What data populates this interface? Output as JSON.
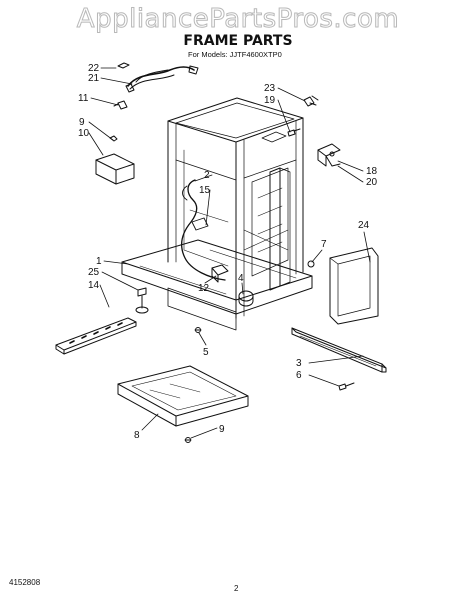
{
  "watermark": "AppliancePartsPros.com",
  "title": "FRAME PARTS",
  "subtitle": "For Models: JJTF4600XTP0",
  "footer": {
    "doc_number": "4152808",
    "page": "2"
  },
  "callouts": {
    "c22": "22",
    "c21": "21",
    "c11": "11",
    "c10": "10",
    "c9a": "9",
    "c23": "23",
    "c19": "19",
    "c18": "18",
    "c20": "20",
    "c2": "2",
    "c15": "15",
    "c24": "24",
    "c7": "7",
    "c1": "1",
    "c25": "25",
    "c14": "14",
    "c12": "12",
    "c4": "4",
    "c5": "5",
    "c3": "3",
    "c6": "6",
    "c8": "8",
    "c9b": "9"
  }
}
